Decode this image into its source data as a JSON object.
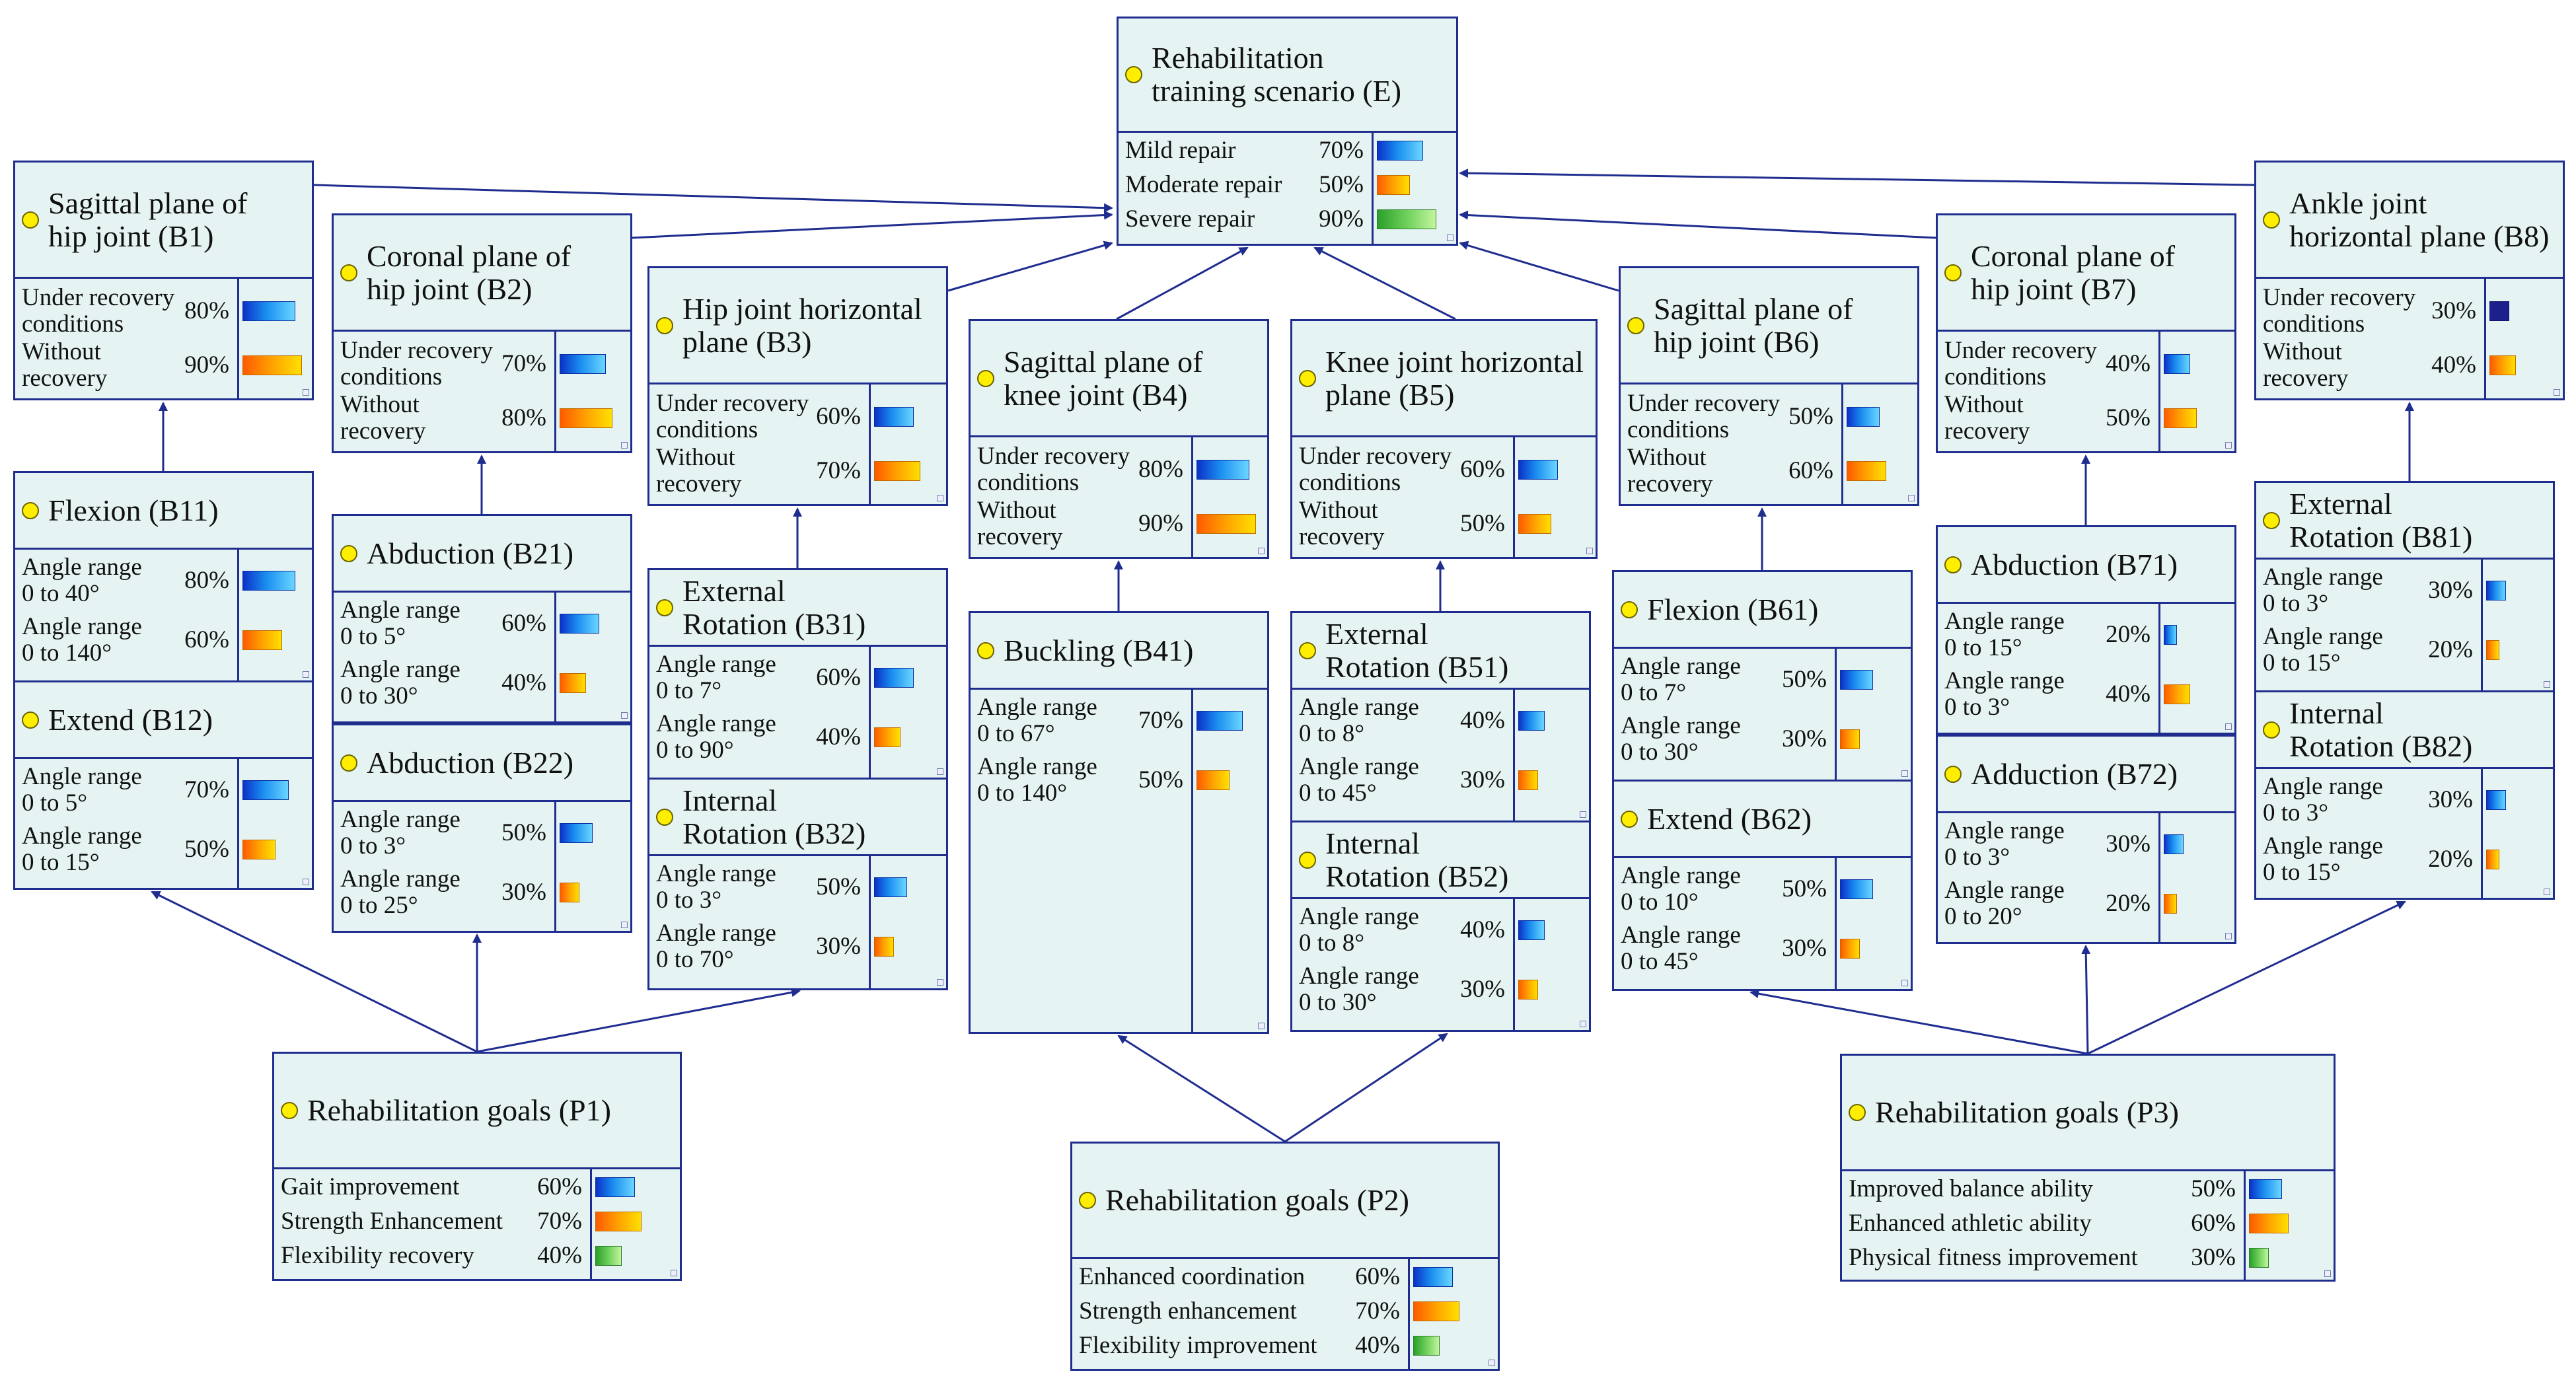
{
  "palette": {
    "border": "#1f2d8f",
    "node_fill": "#e5f4f3",
    "dot": "#ffee00",
    "edge": "#1f2d8f"
  },
  "nodes": [
    {
      "id": "E",
      "title": [
        "Rehabilitation",
        "training scenario (E)"
      ],
      "rows": [
        {
          "label": [
            "Mild repair"
          ],
          "pct": "70%",
          "value": 70,
          "bar": "blue"
        },
        {
          "label": [
            "Moderate repair"
          ],
          "pct": "50%",
          "value": 50,
          "bar": "orange"
        },
        {
          "label": [
            "Severe repair"
          ],
          "pct": "90%",
          "value": 90,
          "bar": "green"
        }
      ]
    },
    {
      "id": "B1",
      "title": [
        "Sagittal plane of",
        "hip joint (B1)"
      ],
      "rows": [
        {
          "label": [
            "Under recovery",
            "conditions"
          ],
          "pct": "80%",
          "value": 80,
          "bar": "blue"
        },
        {
          "label": [
            "Without",
            "recovery"
          ],
          "pct": "90%",
          "value": 90,
          "bar": "orange"
        }
      ]
    },
    {
      "id": "B2",
      "title": [
        "Coronal plane of",
        "hip joint (B2)"
      ],
      "rows": [
        {
          "label": [
            "Under recovery",
            "conditions"
          ],
          "pct": "70%",
          "value": 70,
          "bar": "blue"
        },
        {
          "label": [
            "Without",
            "recovery"
          ],
          "pct": "80%",
          "value": 80,
          "bar": "orange"
        }
      ]
    },
    {
      "id": "B3",
      "title": [
        "Hip joint horizontal",
        "plane (B3)"
      ],
      "rows": [
        {
          "label": [
            "Under recovery",
            "conditions"
          ],
          "pct": "60%",
          "value": 60,
          "bar": "blue"
        },
        {
          "label": [
            "Without",
            "recovery"
          ],
          "pct": "70%",
          "value": 70,
          "bar": "orange"
        }
      ]
    },
    {
      "id": "B4",
      "title": [
        "Sagittal plane of",
        "knee joint (B4)"
      ],
      "rows": [
        {
          "label": [
            "Under recovery",
            "conditions"
          ],
          "pct": "80%",
          "value": 80,
          "bar": "blue"
        },
        {
          "label": [
            "Without",
            "recovery"
          ],
          "pct": "90%",
          "value": 90,
          "bar": "orange"
        }
      ]
    },
    {
      "id": "B5",
      "title": [
        "Knee joint horizontal",
        "plane (B5)"
      ],
      "rows": [
        {
          "label": [
            "Under recovery",
            "conditions"
          ],
          "pct": "60%",
          "value": 60,
          "bar": "blue"
        },
        {
          "label": [
            "Without",
            "recovery"
          ],
          "pct": "50%",
          "value": 50,
          "bar": "orange"
        }
      ]
    },
    {
      "id": "B6",
      "title": [
        "Sagittal plane of",
        "hip joint (B6)"
      ],
      "rows": [
        {
          "label": [
            "Under recovery",
            "conditions"
          ],
          "pct": "50%",
          "value": 50,
          "bar": "blue"
        },
        {
          "label": [
            "Without",
            "recovery"
          ],
          "pct": "60%",
          "value": 60,
          "bar": "orange"
        }
      ]
    },
    {
      "id": "B7",
      "title": [
        "Coronal plane of",
        "hip joint (B7)"
      ],
      "rows": [
        {
          "label": [
            "Under recovery",
            "conditions"
          ],
          "pct": "40%",
          "value": 40,
          "bar": "blue"
        },
        {
          "label": [
            "Without",
            "recovery"
          ],
          "pct": "50%",
          "value": 50,
          "bar": "orange"
        }
      ]
    },
    {
      "id": "B8",
      "title": [
        "Ankle joint",
        "horizontal plane (B8)"
      ],
      "rows": [
        {
          "label": [
            "Under recovery",
            "conditions"
          ],
          "pct": "30%",
          "value": 30,
          "bar": "navy"
        },
        {
          "label": [
            "Without",
            "recovery"
          ],
          "pct": "40%",
          "value": 40,
          "bar": "orange"
        }
      ]
    },
    {
      "id": "B11",
      "title": [
        "Flexion (B11)"
      ],
      "rows": [
        {
          "label": [
            "Angle range",
            "0 to 40°"
          ],
          "pct": "80%",
          "value": 80,
          "bar": "blue"
        },
        {
          "label": [
            "Angle range",
            "0 to 140°"
          ],
          "pct": "60%",
          "value": 60,
          "bar": "orange"
        }
      ]
    },
    {
      "id": "B12",
      "title": [
        "Extend (B12)"
      ],
      "rows": [
        {
          "label": [
            "Angle range",
            "0 to 5°"
          ],
          "pct": "70%",
          "value": 70,
          "bar": "blue"
        },
        {
          "label": [
            "Angle range",
            "0 to 15°"
          ],
          "pct": "50%",
          "value": 50,
          "bar": "orange"
        }
      ]
    },
    {
      "id": "B21",
      "title": [
        "Abduction (B21)"
      ],
      "rows": [
        {
          "label": [
            "Angle range",
            "0 to 5°"
          ],
          "pct": "60%",
          "value": 60,
          "bar": "blue"
        },
        {
          "label": [
            "Angle range",
            "0 to 30°"
          ],
          "pct": "40%",
          "value": 40,
          "bar": "orange"
        }
      ]
    },
    {
      "id": "B22",
      "title": [
        "Abduction (B22)"
      ],
      "rows": [
        {
          "label": [
            "Angle range",
            "0 to 3°"
          ],
          "pct": "50%",
          "value": 50,
          "bar": "blue"
        },
        {
          "label": [
            "Angle range",
            "0 to 25°"
          ],
          "pct": "30%",
          "value": 30,
          "bar": "orange"
        }
      ]
    },
    {
      "id": "B31",
      "title": [
        "External",
        "Rotation (B31)"
      ],
      "rows": [
        {
          "label": [
            "Angle range",
            "0 to 7°"
          ],
          "pct": "60%",
          "value": 60,
          "bar": "blue"
        },
        {
          "label": [
            "Angle range",
            "0 to 90°"
          ],
          "pct": "40%",
          "value": 40,
          "bar": "orange"
        }
      ]
    },
    {
      "id": "B32",
      "title": [
        "Internal",
        "Rotation (B32)"
      ],
      "rows": [
        {
          "label": [
            "Angle range",
            "0 to 3°"
          ],
          "pct": "50%",
          "value": 50,
          "bar": "blue"
        },
        {
          "label": [
            "Angle range",
            "0 to 70°"
          ],
          "pct": "30%",
          "value": 30,
          "bar": "orange"
        }
      ]
    },
    {
      "id": "B41",
      "title": [
        "Buckling (B41)"
      ],
      "rows": [
        {
          "label": [
            "Angle range",
            "0 to 67°"
          ],
          "pct": "70%",
          "value": 70,
          "bar": "blue"
        },
        {
          "label": [
            "Angle range",
            "0 to 140°"
          ],
          "pct": "50%",
          "value": 50,
          "bar": "orange"
        }
      ]
    },
    {
      "id": "B51",
      "title": [
        "External",
        "Rotation (B51)"
      ],
      "rows": [
        {
          "label": [
            "Angle range",
            "0 to 8°"
          ],
          "pct": "40%",
          "value": 40,
          "bar": "blue"
        },
        {
          "label": [
            "Angle range",
            "0 to 45°"
          ],
          "pct": "30%",
          "value": 30,
          "bar": "orange"
        }
      ]
    },
    {
      "id": "B52",
      "title": [
        "Internal",
        "Rotation (B52)"
      ],
      "rows": [
        {
          "label": [
            "Angle range",
            "0 to 8°"
          ],
          "pct": "40%",
          "value": 40,
          "bar": "blue"
        },
        {
          "label": [
            "Angle range",
            "0 to 30°"
          ],
          "pct": "30%",
          "value": 30,
          "bar": "orange"
        }
      ]
    },
    {
      "id": "B61",
      "title": [
        "Flexion (B61)"
      ],
      "rows": [
        {
          "label": [
            "Angle range",
            "0 to 7°"
          ],
          "pct": "50%",
          "value": 50,
          "bar": "blue"
        },
        {
          "label": [
            "Angle range",
            "0 to 30°"
          ],
          "pct": "30%",
          "value": 30,
          "bar": "orange"
        }
      ]
    },
    {
      "id": "B62",
      "title": [
        "Extend (B62)"
      ],
      "rows": [
        {
          "label": [
            "Angle range",
            "0 to 10°"
          ],
          "pct": "50%",
          "value": 50,
          "bar": "blue"
        },
        {
          "label": [
            "Angle range",
            "0 to 45°"
          ],
          "pct": "30%",
          "value": 30,
          "bar": "orange"
        }
      ]
    },
    {
      "id": "B71",
      "title": [
        "Abduction (B71)"
      ],
      "rows": [
        {
          "label": [
            "Angle range",
            "0 to 15°"
          ],
          "pct": "20%",
          "value": 20,
          "bar": "blue"
        },
        {
          "label": [
            "Angle range",
            "0 to 3°"
          ],
          "pct": "40%",
          "value": 40,
          "bar": "orange"
        }
      ]
    },
    {
      "id": "B72",
      "title": [
        "Adduction (B72)"
      ],
      "rows": [
        {
          "label": [
            "Angle range",
            "0 to 3°"
          ],
          "pct": "30%",
          "value": 30,
          "bar": "blue"
        },
        {
          "label": [
            "Angle range",
            "0 to 20°"
          ],
          "pct": "20%",
          "value": 20,
          "bar": "orange"
        }
      ]
    },
    {
      "id": "B81",
      "title": [
        "External",
        "Rotation (B81)"
      ],
      "rows": [
        {
          "label": [
            "Angle range",
            "0 to 3°"
          ],
          "pct": "30%",
          "value": 30,
          "bar": "blue"
        },
        {
          "label": [
            "Angle range",
            "0 to 15°"
          ],
          "pct": "20%",
          "value": 20,
          "bar": "orange"
        }
      ]
    },
    {
      "id": "B82",
      "title": [
        "Internal",
        "Rotation (B82)"
      ],
      "rows": [
        {
          "label": [
            "Angle range",
            "0 to 3°"
          ],
          "pct": "30%",
          "value": 30,
          "bar": "blue"
        },
        {
          "label": [
            "Angle range",
            "0 to 15°"
          ],
          "pct": "20%",
          "value": 20,
          "bar": "orange"
        }
      ]
    },
    {
      "id": "P1",
      "title": [
        "Rehabilitation goals (P1)"
      ],
      "rows": [
        {
          "label": [
            "Gait improvement"
          ],
          "pct": "60%",
          "value": 60,
          "bar": "blue"
        },
        {
          "label": [
            "Strength Enhancement"
          ],
          "pct": "70%",
          "value": 70,
          "bar": "orange"
        },
        {
          "label": [
            "Flexibility recovery"
          ],
          "pct": "40%",
          "value": 40,
          "bar": "green"
        }
      ]
    },
    {
      "id": "P2",
      "title": [
        "Rehabilitation goals (P2)"
      ],
      "rows": [
        {
          "label": [
            "Enhanced coordination"
          ],
          "pct": "60%",
          "value": 60,
          "bar": "blue"
        },
        {
          "label": [
            "Strength enhancement"
          ],
          "pct": "70%",
          "value": 70,
          "bar": "orange"
        },
        {
          "label": [
            "Flexibility improvement"
          ],
          "pct": "40%",
          "value": 40,
          "bar": "green"
        }
      ]
    },
    {
      "id": "P3",
      "title": [
        "Rehabilitation goals (P3)"
      ],
      "rows": [
        {
          "label": [
            "Improved balance ability"
          ],
          "pct": "50%",
          "value": 50,
          "bar": "blue"
        },
        {
          "label": [
            "Enhanced athletic ability"
          ],
          "pct": "60%",
          "value": 60,
          "bar": "orange"
        },
        {
          "label": [
            "Physical fitness improvement"
          ],
          "pct": "30%",
          "value": 30,
          "bar": "green"
        }
      ]
    }
  ],
  "edges": [
    [
      "B1",
      "E"
    ],
    [
      "B2",
      "E"
    ],
    [
      "B3",
      "E"
    ],
    [
      "B4",
      "E"
    ],
    [
      "B5",
      "E"
    ],
    [
      "B6",
      "E"
    ],
    [
      "B7",
      "E"
    ],
    [
      "B8",
      "E"
    ],
    [
      "B11",
      "B1"
    ],
    [
      "B21",
      "B2"
    ],
    [
      "B31",
      "B3"
    ],
    [
      "B41",
      "B4"
    ],
    [
      "B51",
      "B5"
    ],
    [
      "B61",
      "B6"
    ],
    [
      "B71",
      "B7"
    ],
    [
      "B81",
      "B8"
    ],
    [
      "P1",
      "B12"
    ],
    [
      "P1",
      "B22"
    ],
    [
      "P1",
      "B32"
    ],
    [
      "P2",
      "B41"
    ],
    [
      "P2",
      "B52"
    ],
    [
      "P3",
      "B62"
    ],
    [
      "P3",
      "B72"
    ],
    [
      "P3",
      "B82"
    ]
  ]
}
